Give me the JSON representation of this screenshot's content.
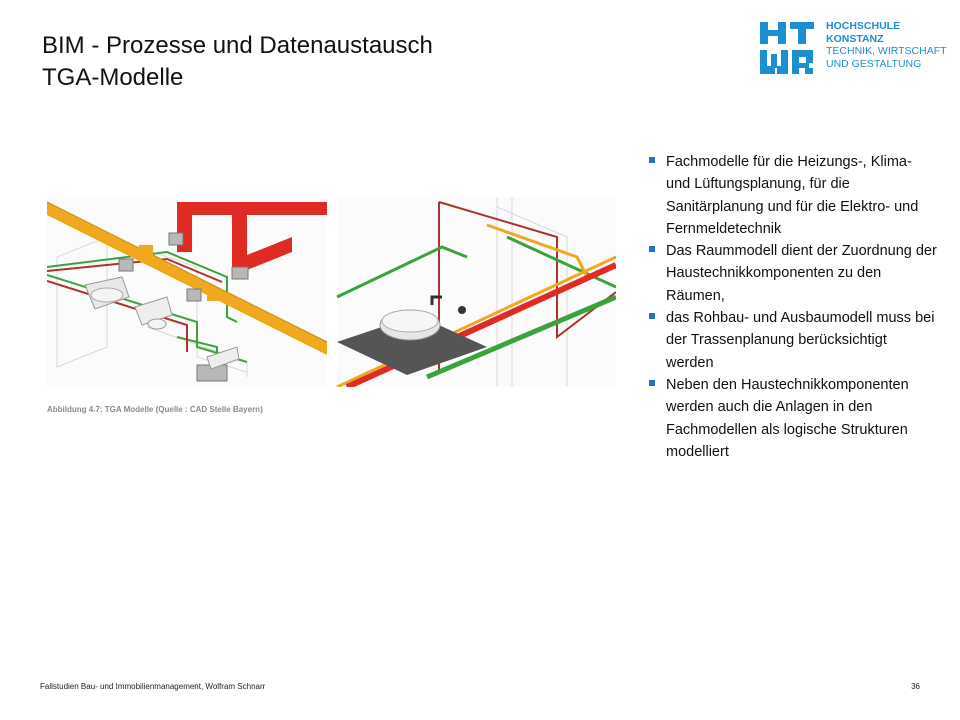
{
  "header": {
    "title_line1": "BIM - Prozesse und Datenaustausch",
    "title_line2": "TGA-Modelle"
  },
  "logo": {
    "line1": "HOCHSCHULE",
    "line2": "KONSTANZ",
    "line3": "TECHNIK, WIRTSCHAFT",
    "line4": "UND GESTALTUNG",
    "color": "#1c8fd0"
  },
  "figure": {
    "caption": "Abbildung 4.7: TGA Modelle  (Quelle : CAD Stelle Bayern)"
  },
  "bullets": [
    " Fachmodelle für die Heizungs-, Klima- und Lüftungsplanung, für die Sanitärplanung und für die Elektro- und Fernmeldetechnik",
    "Das  Raummodell  dient  der Zuordnung  der Haustechnikkomponenten  zu  den Räumen,",
    "das Rohbau- und Ausbaumodell muss bei der Trassenplanung berücksichtigt werden",
    "Neben den Haustechnikkomponenten werden auch die Anlagen in den Fachmodellen als logische Strukturen modelliert"
  ],
  "footer": {
    "text": "Fallstudien Bau- und Immobilienmanagement, Wolfram Schnarr",
    "page_number": "36"
  },
  "colors": {
    "bullet": "#1d73c9",
    "duct_yellow": "#f0a81e",
    "duct_red": "#e02a24",
    "pipe_green": "#3aa33c",
    "pipe_darkred": "#b0302c"
  }
}
